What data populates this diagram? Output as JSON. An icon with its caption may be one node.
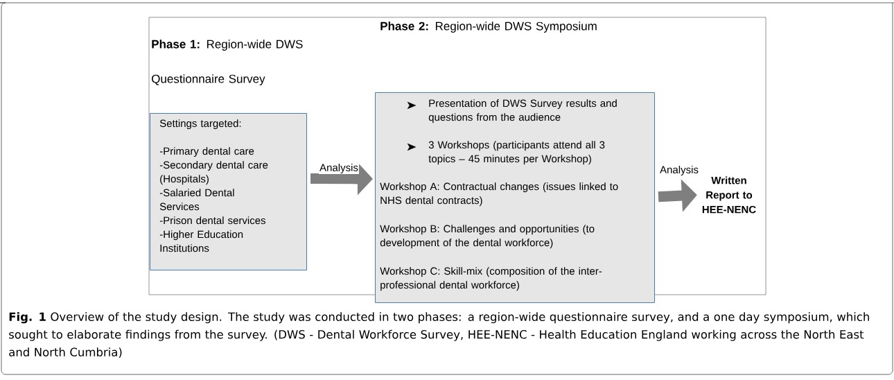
{
  "diagram": {
    "caption": "**Fig. 1** Overview of the study design. The study was conducted in two phases: a region-wide questionnaire survey, and a one day symposium, which sought to elaborate findings from the survey. (DWS - Dental Workforce Survey, HEE-NENC - Health Education England working across the North East and North Cumbria)",
    "nodes": [
      {
        "text": [
          "Settings targeted:",
          "-Primary dental care",
          "-Secondary dental care (Hospitals)",
          "-Salaried Dental Services",
          "-Prison dental services",
          "-Higher Education Institutions"
        ],
        "beside": [
          "**Phase 1:** Region-wide DWS Questionnaire Survey"
        ]
      },
      {
        "text": [
          "Presentation of DWS Survey results and questions from the audience",
          "3 Workshops (participants attend all 3 topics – 45 minutes per Workshop)",
          "Workshop A: Contractual changes (issues linked to NHS dental contracts)",
          "Workshop B: Challenges and opportunities (to development of the dental workforce)",
          "Workshop C: Skill-mix (composition of the inter-professional dental workforce)"
        ]
      },
      {
        "text": [
          "Written Report to HEE-NENC"
        ]
      }
    ],
    "edges": [
      {
        "from": 0,
        "to": 1,
        "arrow": "to",
        "label": "Analysis"
      },
      {
        "from": 1,
        "to": 2,
        "arrow": "to",
        "label": "Analysis"
      }
    ],
    "labels": [
      "**Phase 2:** Region-wide DWS Symposium"
    ]
  }
}
